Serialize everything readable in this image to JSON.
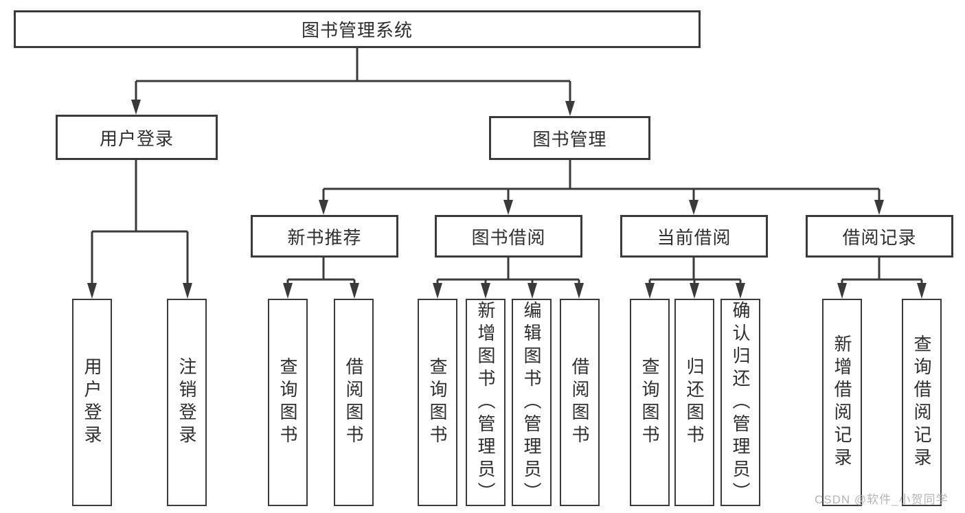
{
  "colors": {
    "line": "#3a3a3a",
    "text": "#2e2e2e",
    "watermark_gray": "#b5b5b5",
    "background": "#ffffff"
  },
  "tree": {
    "root": {
      "label": "图书管理系统"
    },
    "branches": [
      {
        "label": "用户登录",
        "children": [
          {
            "label": "用户登录"
          },
          {
            "label": "注销登录"
          }
        ]
      },
      {
        "label": "图书管理",
        "children": [
          {
            "label": "新书推荐",
            "children": [
              {
                "label": "查询图书"
              },
              {
                "label": "借阅图书"
              }
            ]
          },
          {
            "label": "图书借阅",
            "children": [
              {
                "label": "查询图书"
              },
              {
                "label": "新增图书（管理员）"
              },
              {
                "label": "编辑图书（管理员）"
              },
              {
                "label": "借阅图书"
              }
            ]
          },
          {
            "label": "当前借阅",
            "children": [
              {
                "label": "查询图书"
              },
              {
                "label": "归还图书"
              },
              {
                "label": "确认归还（管理员）"
              }
            ]
          },
          {
            "label": "借阅记录",
            "children": [
              {
                "label": "新增借阅记录"
              },
              {
                "label": "查询借阅记录"
              }
            ]
          }
        ]
      }
    ]
  },
  "watermark": {
    "text": "CSDN @软件_小贺同学"
  }
}
